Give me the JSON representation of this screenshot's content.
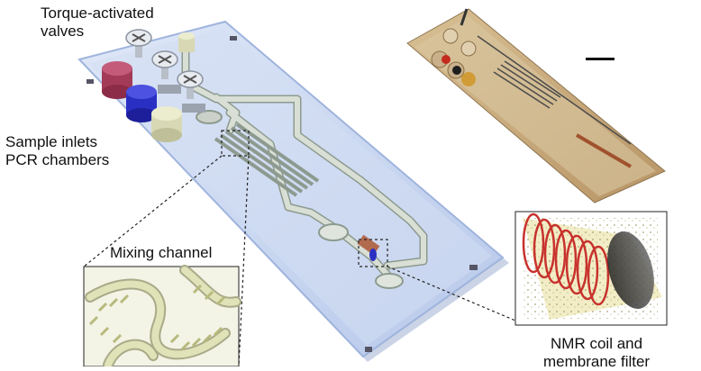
{
  "labels": {
    "valves": "Torque-activated\nvalves",
    "inlets": "Sample inlets\nPCR chambers",
    "mixing": "Mixing channel",
    "nmr": "NMR coil and\nmembrane filter"
  },
  "colors": {
    "chip_fill": "#c9d6ef",
    "chip_edge": "#9fb4dd",
    "channel": "#d9dfd5",
    "channel_edge": "#8d9a8f",
    "inlet_red": "#a33a58",
    "inlet_blue": "#2a2fc4",
    "inlet_beige": "#d8d9b4",
    "coil": "#c8322d",
    "photo_chip": "#c2a375"
  },
  "icons": {
    "valve_knob": "screw-knob-icon",
    "magnifier": "dashed-zoom-box"
  }
}
